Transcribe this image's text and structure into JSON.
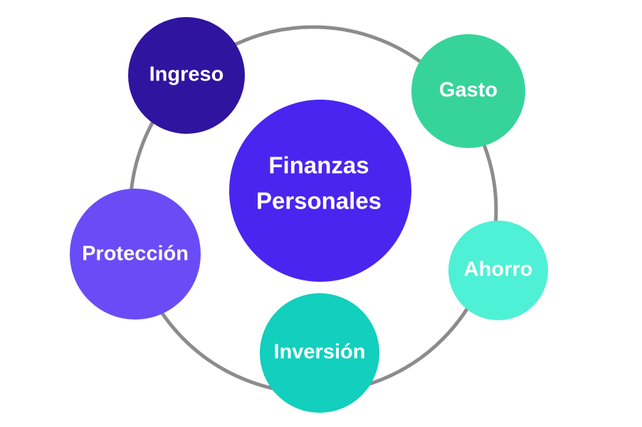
{
  "center": {
    "line1": "Finanzas",
    "line2": "Personales",
    "color": "#4a25f0"
  },
  "nodes": {
    "ingreso": {
      "label": "Ingreso",
      "color": "#2f14a0"
    },
    "gasto": {
      "label": "Gasto",
      "color": "#36d49a"
    },
    "ahorro": {
      "label": "Ahorro",
      "color": "#4ef0d6"
    },
    "inversion": {
      "label": "Inversión",
      "color": "#12cfbe"
    },
    "proteccion": {
      "label": "Protección",
      "color": "#6a4cf7"
    }
  },
  "ring_color": "#8c8c8c"
}
